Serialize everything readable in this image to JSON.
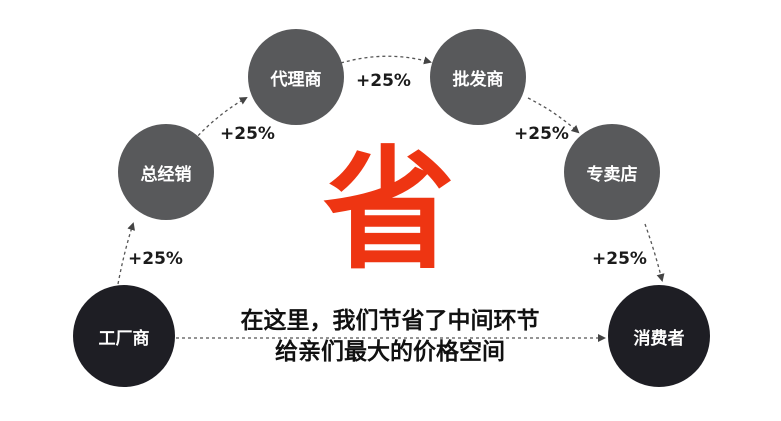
{
  "diagram": {
    "nodes": {
      "factory": "工厂商",
      "general_distributor": "总经销",
      "agent": "代理商",
      "wholesaler": "批发商",
      "specialty_store": "专卖店",
      "consumer": "消费者"
    },
    "markups": {
      "factory_to_general": "+25%",
      "general_to_agent": "+25%",
      "agent_to_wholesaler": "+25%",
      "wholesaler_to_store": "+25%",
      "store_to_consumer": "+25%"
    },
    "center_char": "省",
    "slogan_line1": "在这里，我们节省了中间环节",
    "slogan_line2": "给亲们最大的价格空间",
    "colors": {
      "node_gray": "#58595b",
      "node_dark": "#1e1e24",
      "accent_red": "#ee3512"
    }
  }
}
